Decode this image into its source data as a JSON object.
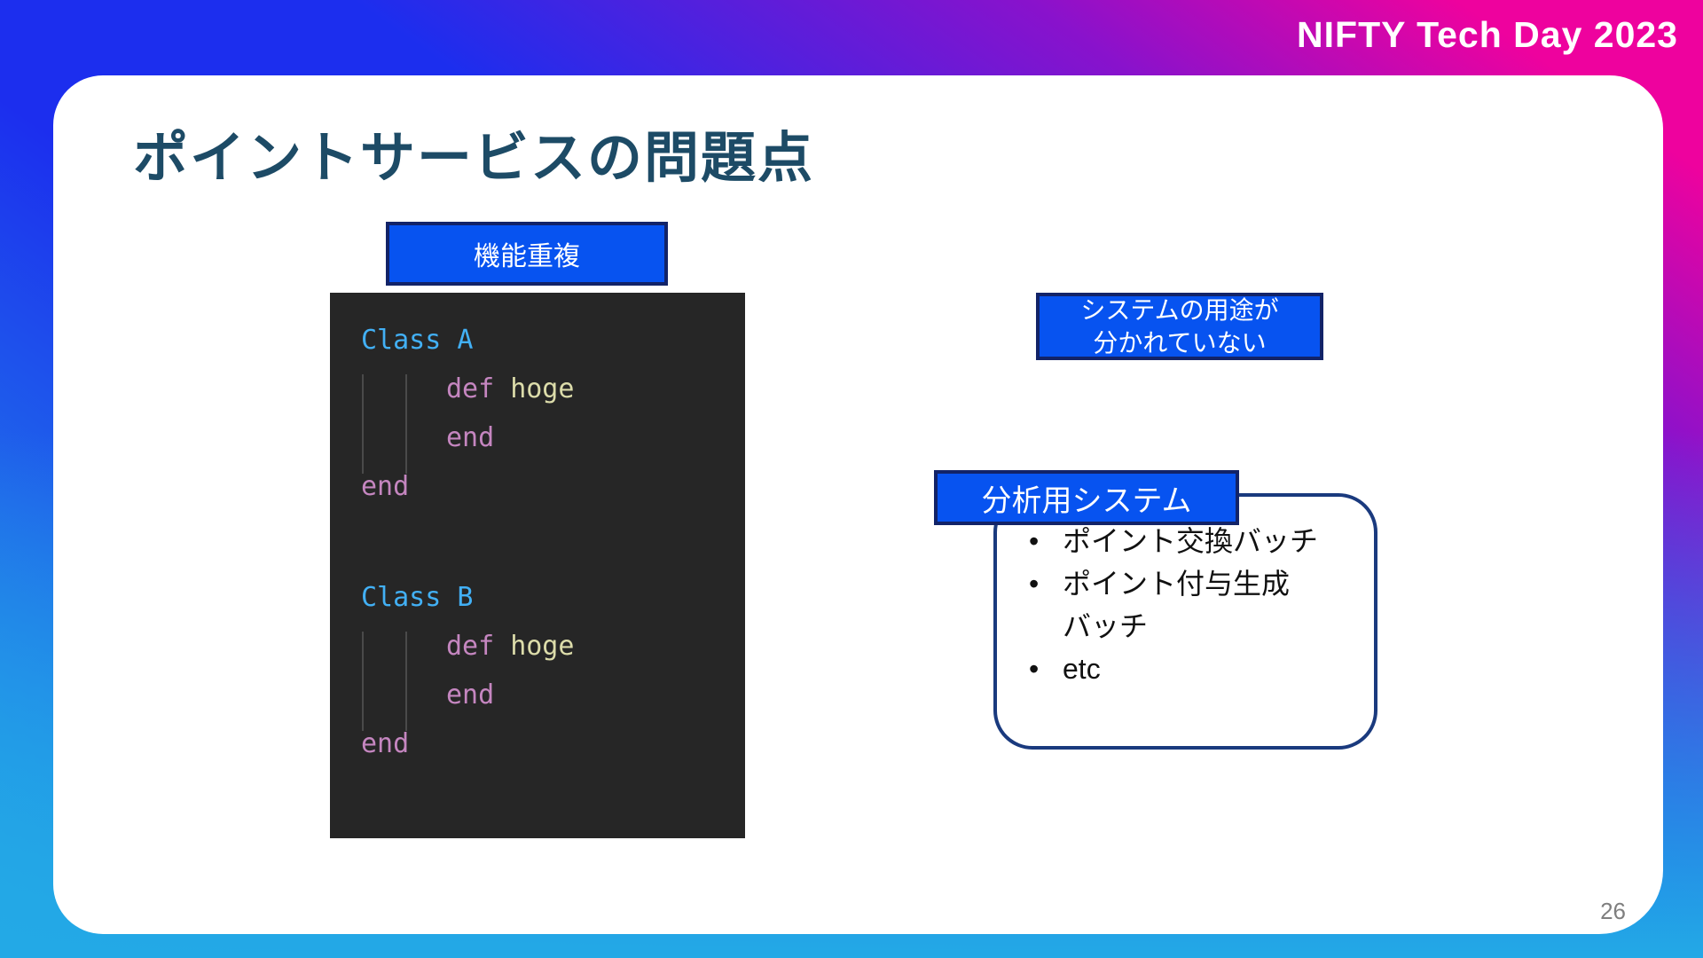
{
  "brand": {
    "logo_text": "NIFTY Tech Day 2023"
  },
  "slide": {
    "title": "ポイントサービスの問題点",
    "page_number": "26"
  },
  "labels": {
    "duplicate": "機能重複",
    "mixed_purpose": "システムの用途が\n分かれていない",
    "analysis_system": "分析用システム"
  },
  "code": {
    "blocks": [
      {
        "class_line": "Class A",
        "def_kw": "def",
        "method_name": "hoge",
        "inner_end": "end",
        "outer_end": "end"
      },
      {
        "class_line": "Class B",
        "def_kw": "def",
        "method_name": "hoge",
        "inner_end": "end",
        "outer_end": "end"
      }
    ]
  },
  "analysis_box": {
    "bullet_char": "•",
    "items": [
      "ポイント交換バッチ",
      "ポイント付与生成\nバッチ",
      "etc"
    ]
  },
  "colors": {
    "label_blue": "#0753f0",
    "label_border_navy": "#122368",
    "box_border_navy": "#1a3a7e",
    "title_text": "#1d4b66",
    "code_background": "#262626",
    "code_class_name": "#42b0f5",
    "code_keyword": "#c586c0",
    "code_method": "#dcdcaa",
    "gradient_blue": "#1c2eee",
    "gradient_magenta": "#ee029e",
    "gradient_cyan": "#23a9e6"
  }
}
